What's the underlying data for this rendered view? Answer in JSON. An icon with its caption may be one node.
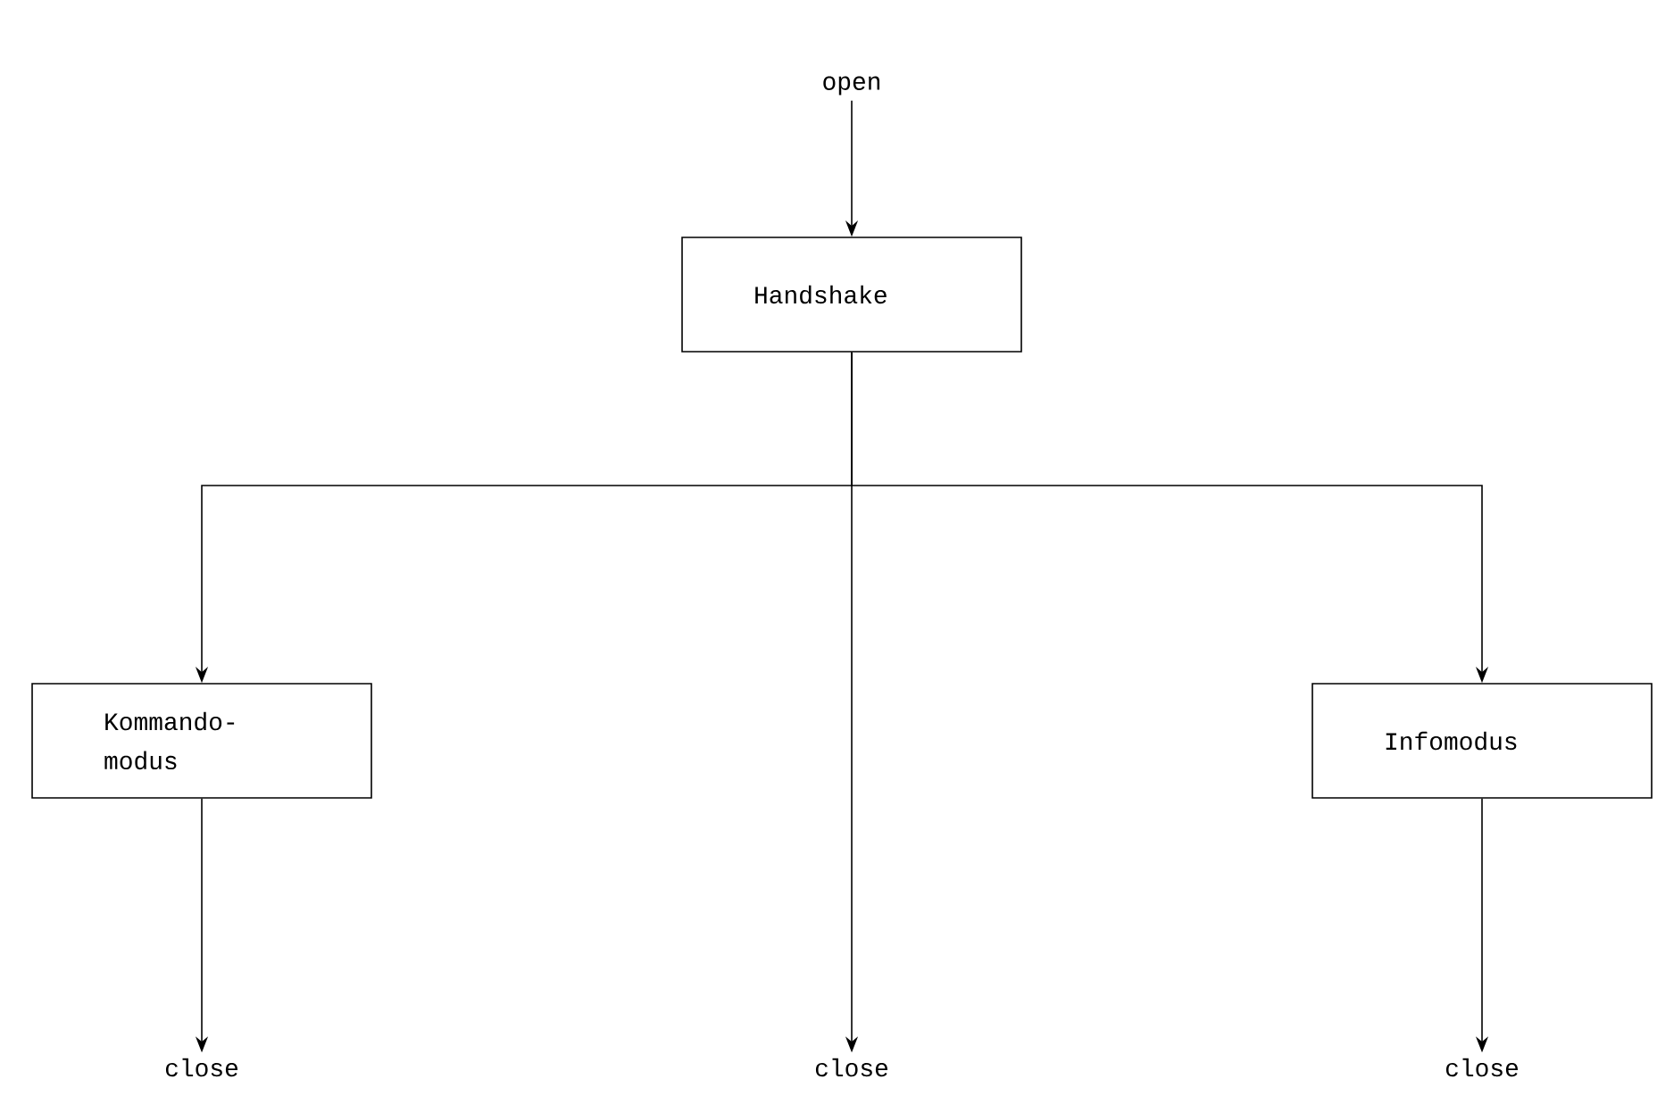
{
  "diagram": {
    "nodes": [
      {
        "text": [
          "open"
        ]
      },
      {
        "text": [
          "Handshake"
        ]
      },
      {
        "text": [
          "Kommando- modus"
        ]
      },
      {
        "text": [
          "Infomodus"
        ]
      },
      {
        "text": [
          "close"
        ]
      },
      {
        "text": [
          "close"
        ]
      },
      {
        "text": [
          "close"
        ]
      }
    ],
    "edges": [
      {
        "from": 0,
        "to": 1,
        "arrow": "to"
      },
      {
        "from": 1,
        "to": 2,
        "arrow": "to"
      },
      {
        "from": 1,
        "to": 5,
        "arrow": "to"
      },
      {
        "from": 1,
        "to": 3,
        "arrow": "to"
      },
      {
        "from": 2,
        "to": 4,
        "arrow": "to"
      },
      {
        "from": 3,
        "to": 6,
        "arrow": "to"
      }
    ]
  }
}
